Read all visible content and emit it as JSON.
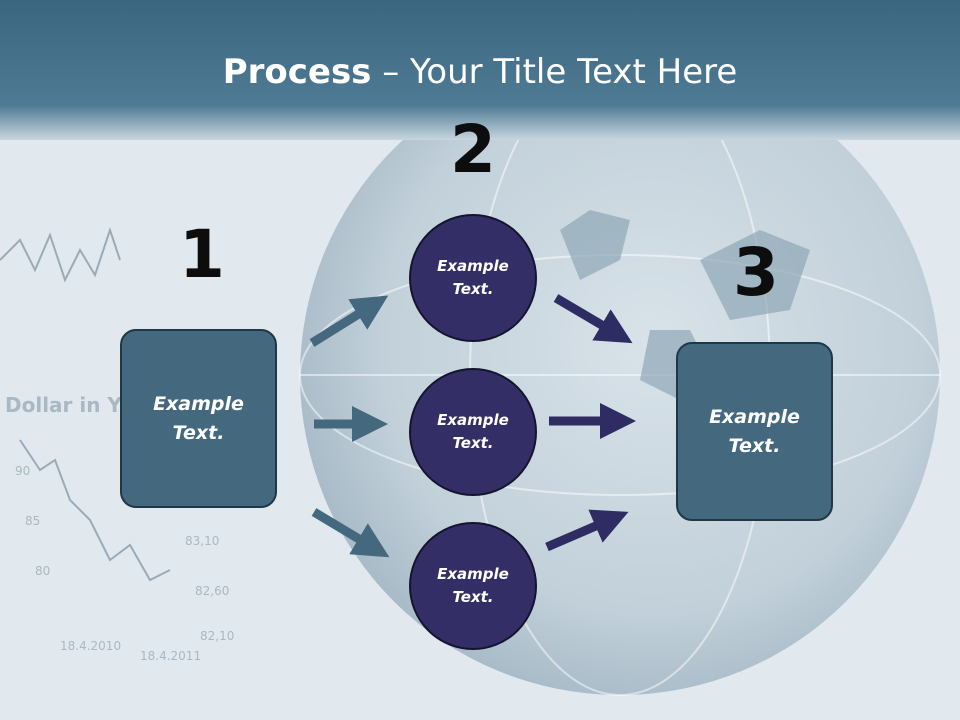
{
  "title": {
    "bold": "Process",
    "rest": " – Your Title Text Here"
  },
  "steps": {
    "one": "1",
    "two": "2",
    "three": "3"
  },
  "left_box": "Example Text.",
  "circles": [
    "Example Text.",
    "Example Text.",
    "Example Text."
  ],
  "right_box": "Example Text.",
  "colors": {
    "header": "#4a7590",
    "box": "#44697f",
    "circle": "#332f66",
    "arrow_left": "#44697f",
    "arrow_right": "#2e2c62"
  }
}
